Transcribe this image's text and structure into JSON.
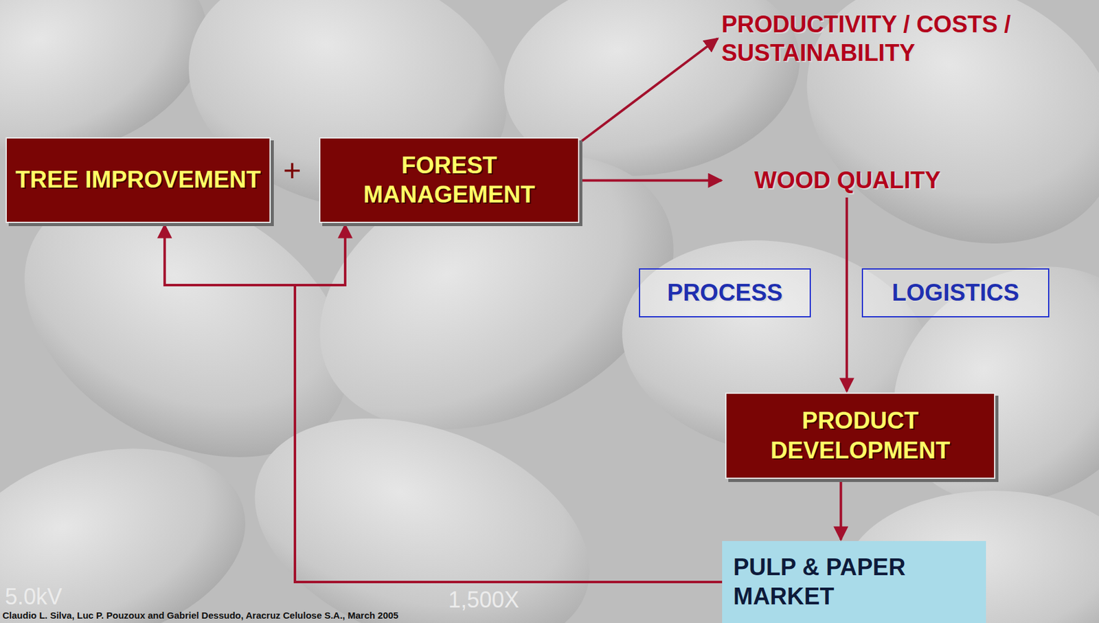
{
  "diagram": {
    "nodes": [
      {
        "text": [
          "TREE IMPROVEMENT"
        ]
      },
      {
        "text": [
          "FOREST MANAGEMENT"
        ]
      },
      {
        "text": [
          "PRODUCTIVITY / COSTS / SUSTAINABILITY"
        ]
      },
      {
        "text": [
          "WOOD QUALITY"
        ]
      },
      {
        "text": [
          "PROCESS"
        ]
      },
      {
        "text": [
          "LOGISTICS"
        ]
      },
      {
        "text": [
          "PRODUCT DEVELOPMENT"
        ]
      },
      {
        "text": [
          "PULP & PAPER MARKET"
        ]
      }
    ],
    "edges": [
      {
        "from": 1,
        "to": 2,
        "arrow": "to"
      },
      {
        "from": 1,
        "to": 3,
        "arrow": "to"
      },
      {
        "from": 3,
        "to": 6,
        "arrow": "to"
      },
      {
        "from": 6,
        "to": 7,
        "arrow": "to"
      },
      {
        "from": 7,
        "to": 0,
        "arrow": "to"
      },
      {
        "from": 7,
        "to": 1,
        "arrow": "to"
      }
    ],
    "labels": [
      "+",
      "Claudio L. Silva, Luc P. Pouzoux and Gabriel Dessudo, Aracruz Celulose S.A., March 2005",
      "5.0kV",
      "1,500X"
    ]
  }
}
